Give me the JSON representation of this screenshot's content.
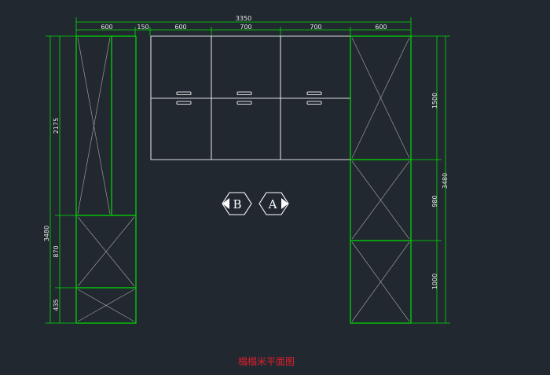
{
  "drawing": {
    "title": "榻榻米平面图",
    "top_total": "3350",
    "top_segments": [
      "600",
      "150",
      "600",
      "700",
      "700",
      "600"
    ],
    "left_total": "3480",
    "left_segments": [
      "2175",
      "870",
      "435"
    ],
    "right_total": "3480",
    "right_segments": [
      "1500",
      "980",
      "1000"
    ],
    "view_markers": [
      "B",
      "A"
    ]
  },
  "colors": {
    "background": "#212830",
    "dimension_lines": "#00e000",
    "cabinet_lines": "#dcdcdc",
    "title_text": "#e0202a"
  }
}
